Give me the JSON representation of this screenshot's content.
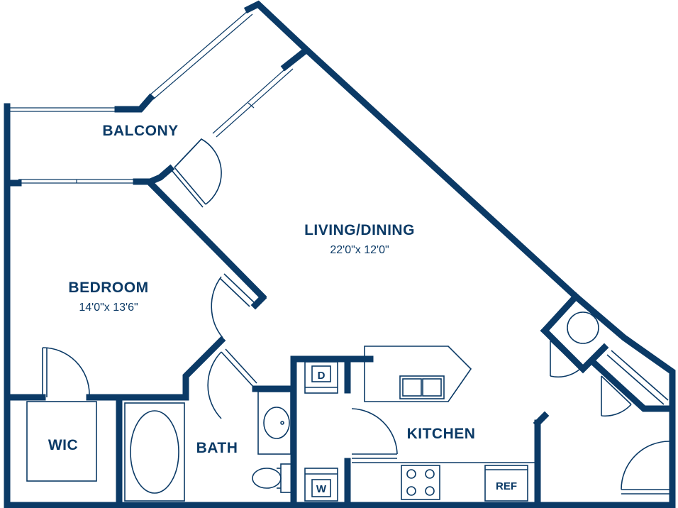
{
  "rooms": {
    "balcony": {
      "name": "BALCONY"
    },
    "living_dining": {
      "name": "LIVING/DINING",
      "dimensions": "22'0\"x 12'0\""
    },
    "bedroom": {
      "name": "BEDROOM",
      "dimensions": "14'0\"x 13'6\""
    },
    "wic": {
      "name": "WIC"
    },
    "bath": {
      "name": "BATH"
    },
    "kitchen": {
      "name": "KITCHEN"
    }
  },
  "appliances": {
    "dryer": "D",
    "washer": "W",
    "refrigerator": "REF"
  },
  "colors": {
    "wall": "#0b3a66",
    "background": "#ffffff"
  }
}
